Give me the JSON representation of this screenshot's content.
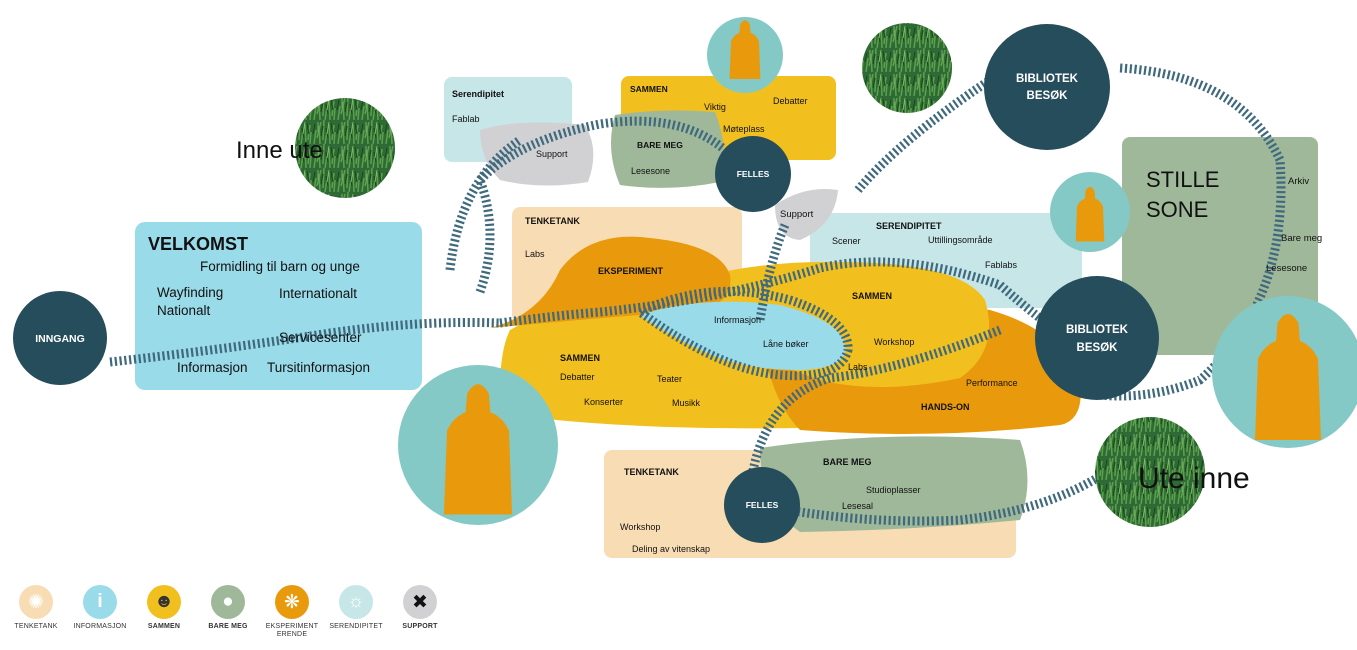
{
  "colors": {
    "blue": "#9ADBE9",
    "lightblue": "#C7E6E8",
    "yellow": "#F2C01E",
    "orange": "#E99A0C",
    "peach": "#F8DDB4",
    "green": "#9FB89A",
    "gray": "#D1D1D3",
    "navy": "#264D5C",
    "teal": "#84C9C6"
  },
  "velkomst": {
    "title": "VELKOMST",
    "items": [
      "Formidling til barn og unge",
      "Wayfinding",
      "Nationalt",
      "Internationalt",
      "Servicesenter",
      "Informasjon",
      "Tursitinformasjon"
    ]
  },
  "inngang": "INNGANG",
  "inne_ute": "Inne ute",
  "ute_inne": "Ute inne",
  "serendipitet_top": {
    "title": "Serendipitet",
    "items": [
      "Fablab"
    ]
  },
  "support_top": "Support",
  "sammen_top": {
    "title": "SAMMEN",
    "items": [
      "Viktig",
      "Debatter",
      "Møteplass"
    ]
  },
  "baremeg_top": {
    "title": "BARE MEG",
    "items": [
      "Lesesone"
    ]
  },
  "felles_top": "FELLES",
  "bibliotek_top": {
    "line1": "BIBLIOTEK",
    "line2": "BESØK"
  },
  "bibliotek_mid": {
    "line1": "BIBLIOTEK",
    "line2": "BESØK"
  },
  "stille": {
    "line1": "STILLE",
    "line2": "SONE",
    "items": [
      "Arkiv",
      "Bare meg",
      "Lesesone"
    ]
  },
  "tenketank_mid": {
    "title": "TENKETANK",
    "items": [
      "Labs"
    ]
  },
  "eksperiment": "EKSPERIMENT",
  "support_mid": "Support",
  "serendipitet_mid": {
    "title": "SERENDIPITET",
    "items": [
      "Scener",
      "Uttillingsområde",
      "Fablabs"
    ]
  },
  "sammen_mid": {
    "title": "SAMMEN",
    "items": [
      "Workshop",
      "Labs"
    ]
  },
  "info_lane": {
    "items": [
      "Informasjon",
      "Låne bøker"
    ]
  },
  "sammen_left": {
    "title": "SAMMEN",
    "items": [
      "Debatter",
      "Teater",
      "Konserter",
      "Musikk"
    ]
  },
  "handson": {
    "title": "HANDS-ON",
    "items": [
      "Performance"
    ]
  },
  "tenketank_bottom": {
    "title": "TENKETANK",
    "items": [
      "Workshop",
      "Deling av vitenskap"
    ]
  },
  "baremeg_bottom": {
    "title": "BARE MEG",
    "items": [
      "Studioplasser",
      "Lesesal"
    ]
  },
  "felles_bottom": "FELLES",
  "legend": [
    {
      "label": "TENKETANK",
      "color": "#F8DDB4",
      "icon": "brain-icon",
      "glyph": "✺",
      "bold": false
    },
    {
      "label": "INFORMASJON",
      "color": "#9ADBE9",
      "icon": "info-icon",
      "glyph": "i",
      "bold": false
    },
    {
      "label": "SAMMEN",
      "color": "#F2C01E",
      "icon": "group-icon",
      "glyph": "☻",
      "bold": true
    },
    {
      "label": "BARE MEG",
      "color": "#9FB89A",
      "icon": "person-icon",
      "glyph": "●",
      "bold": true
    },
    {
      "label": "EKSPERIMENT ERENDE",
      "color": "#E99A0C",
      "icon": "celebrate-icon",
      "glyph": "❋",
      "bold": false
    },
    {
      "label": "SERENDIPITET",
      "color": "#C7E6E8",
      "icon": "lightbulb-icon",
      "glyph": "☼",
      "bold": false
    },
    {
      "label": "SUPPORT",
      "color": "#D1D1D3",
      "icon": "tools-icon",
      "glyph": "✖",
      "bold": true
    }
  ]
}
